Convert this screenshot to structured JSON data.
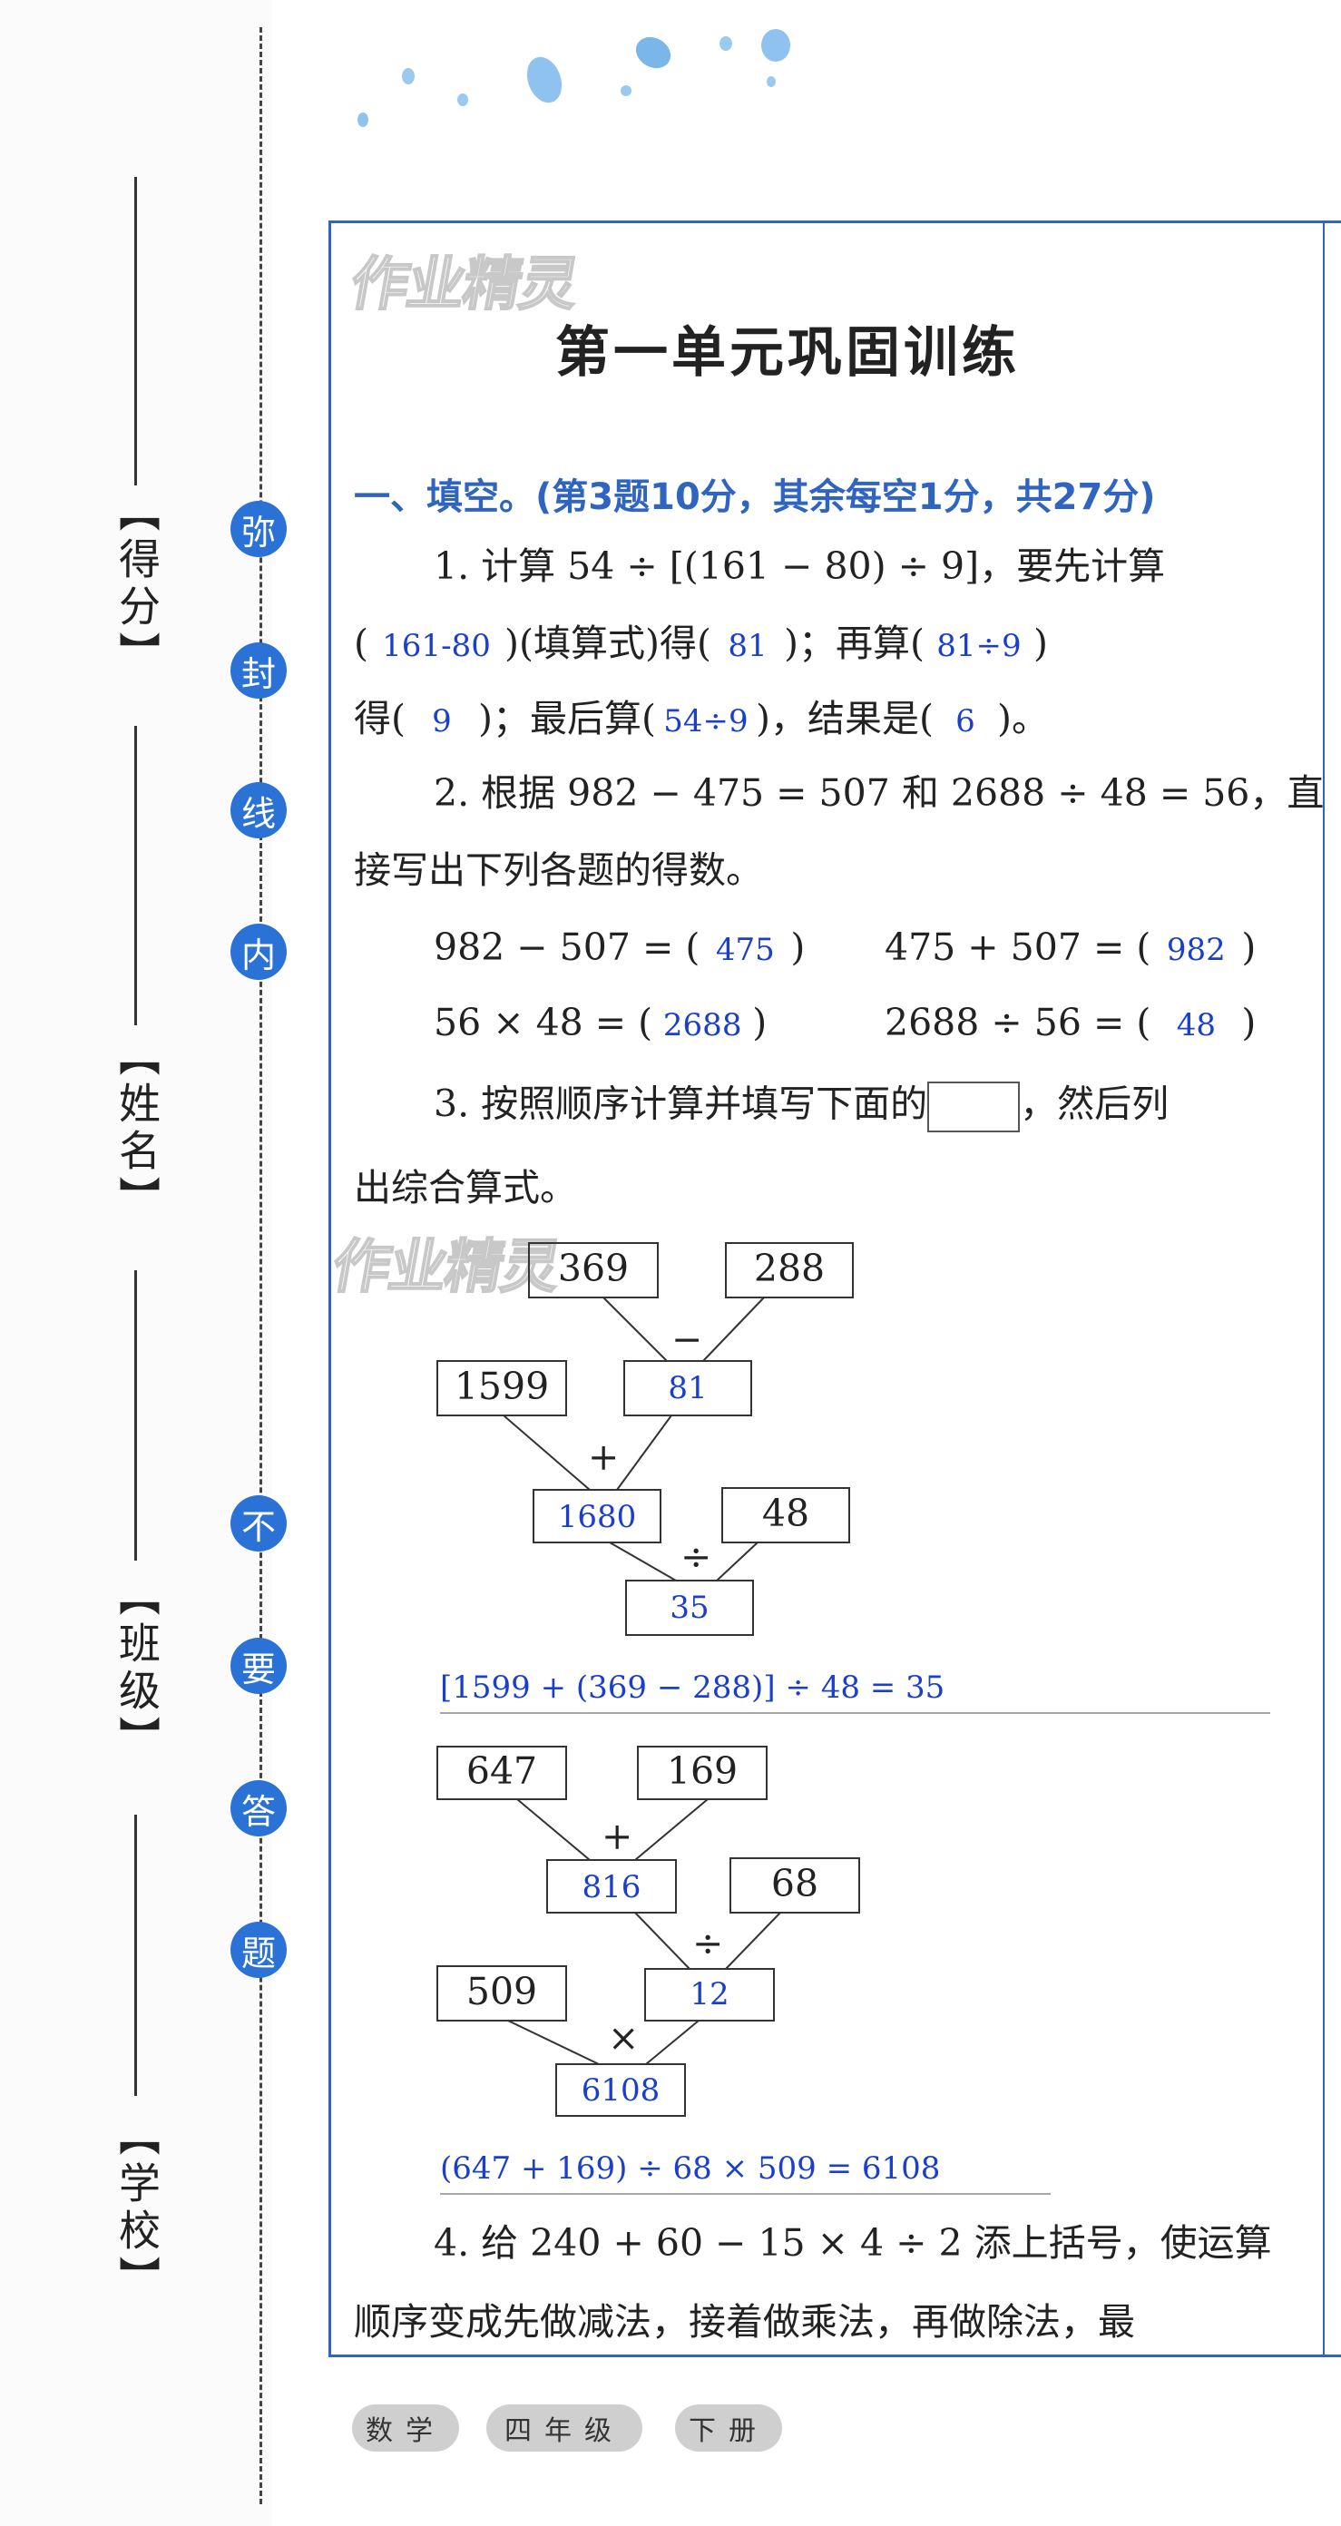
{
  "margin": {
    "labels": [
      "【得分】",
      "【姓名】",
      "【班级】",
      "【学校】"
    ],
    "seal_top": [
      "弥",
      "封",
      "线",
      "内"
    ],
    "seal_bottom": [
      "不",
      "要",
      "答",
      "题"
    ]
  },
  "watermark": "作业精灵",
  "title": "第一单元巩固训练",
  "section1": {
    "heading": "一、填空。(第3题10分，其余每空1分，共27分)",
    "q1": {
      "l1": "1. 计算 54 ÷ [(161 − 80) ÷ 9]，要先计算",
      "l2_a": "(",
      "a1": "161-80",
      "l2_b": ")(填算式)得(",
      "a2": "81",
      "l2_c": ")；再算(",
      "a3": "81÷9",
      "l2_d": ")",
      "l3_a": "得(",
      "a4": "9",
      "l3_b": ")；最后算(",
      "a5": "54÷9",
      "l3_c": ")，结果是(",
      "a6": "6",
      "l3_d": ")。"
    },
    "q2": {
      "l1": "2. 根据 982 − 475 = 507 和 2688 ÷ 48 = 56，直",
      "l2": "接写出下列各题的得数。",
      "e1": "982 − 507 = (",
      "a1": "475",
      "e2": "475 + 507 = (",
      "a2": "982",
      "e3": "56 × 48 = (",
      "a3": "2688",
      "e4": "2688 ÷ 56 = (",
      "a4": "48",
      "close": ")"
    },
    "q3": {
      "l1a": "3. 按照顺序计算并填写下面的",
      "l1b": "，然后列",
      "l2": "出综合算式。",
      "tree1": {
        "n_369": "369",
        "n_288": "288",
        "op1": "−",
        "n_1599": "1599",
        "n_81": "81",
        "op2": "+",
        "n_1680": "1680",
        "n_48": "48",
        "op3": "÷",
        "n_35": "35",
        "formula": "[1599 + (369 − 288)] ÷ 48 = 35"
      },
      "tree2": {
        "n_647": "647",
        "n_169": "169",
        "op1": "+",
        "n_816": "816",
        "n_68": "68",
        "op2": "÷",
        "n_509": "509",
        "n_12": "12",
        "op3": "×",
        "n_6108": "6108",
        "formula": "(647 + 169) ÷ 68 × 509 = 6108"
      }
    },
    "q4": {
      "l1": "4. 给 240 + 60 − 15 × 4 ÷ 2 添上括号，使运算",
      "l2": "顺序变成先做减法，接着做乘法，再做除法，最"
    }
  },
  "footer": {
    "subject": "数学",
    "grade": "四年级",
    "volume": "下册"
  },
  "colors": {
    "accent": "#2f64c0",
    "answer": "#1a3fcf",
    "seal": "#2b72d6"
  }
}
